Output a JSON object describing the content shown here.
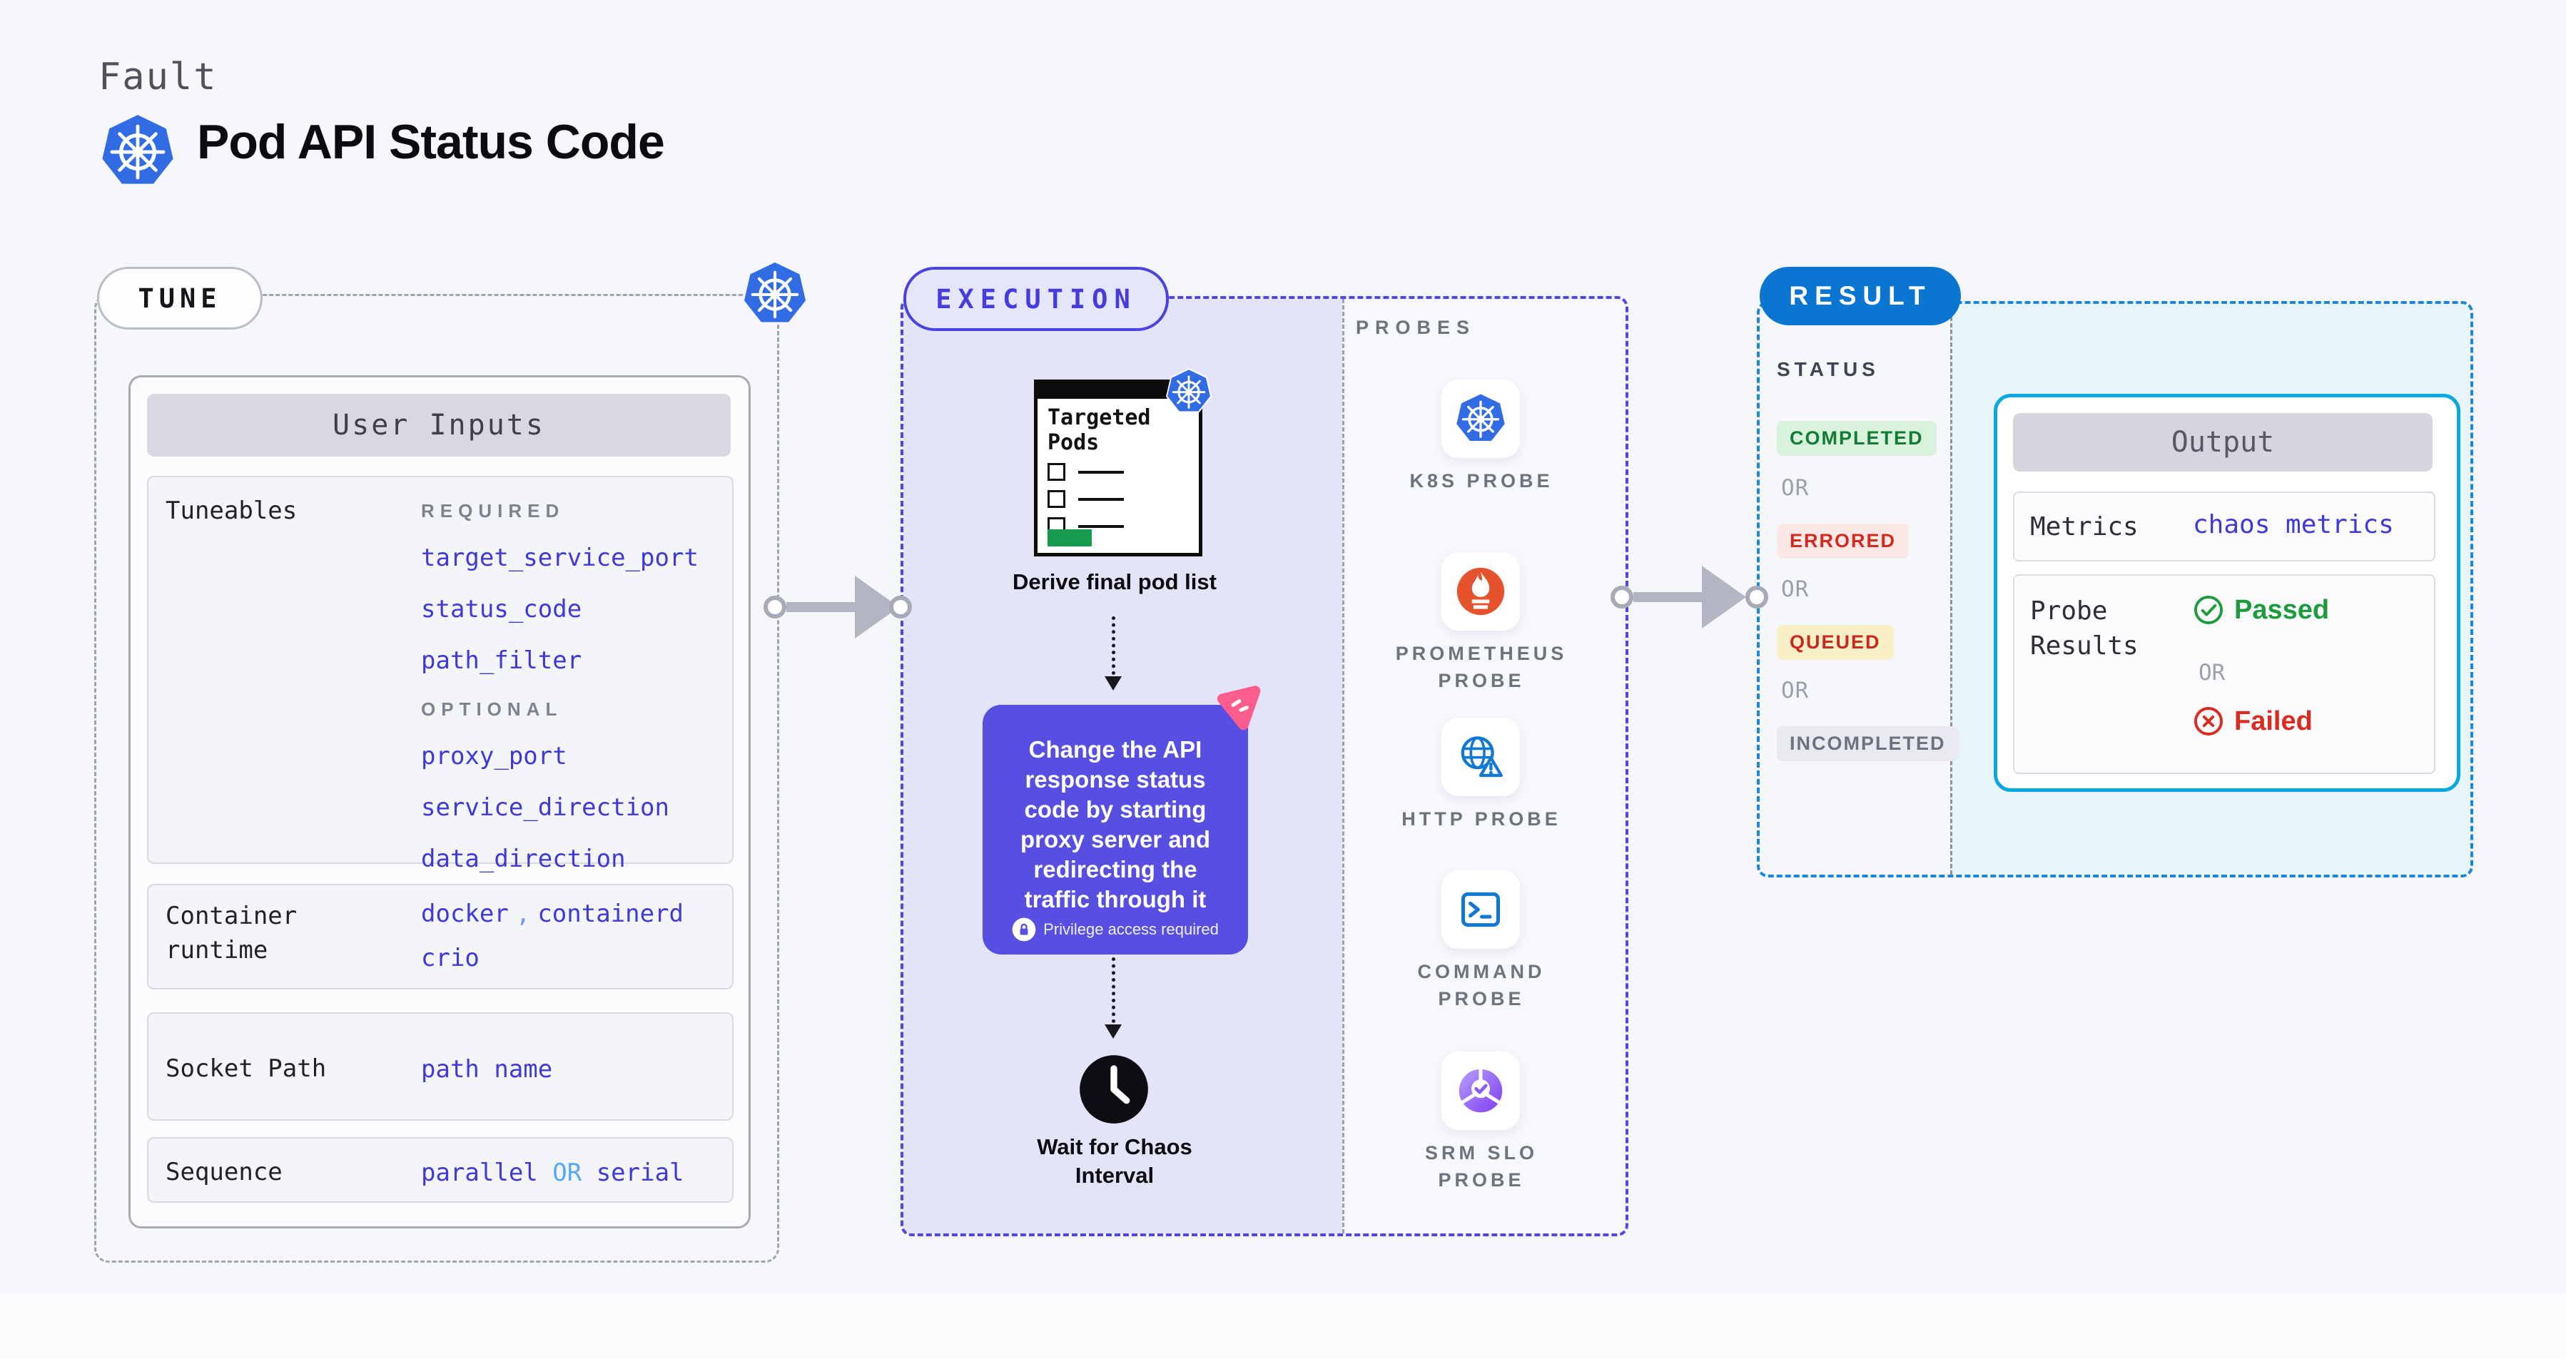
{
  "header": {
    "category": "Fault",
    "title": "Pod API Status Code"
  },
  "tune": {
    "badge": "TUNE",
    "user_inputs_title": "User Inputs",
    "tuneables": {
      "label": "Tuneables",
      "required_label": "REQUIRED",
      "required_items": [
        "target_service_port",
        "status_code",
        "path_filter"
      ],
      "optional_label": "OPTIONAL",
      "optional_items": [
        "proxy_port",
        "service_direction",
        "data_direction"
      ]
    },
    "container_runtime": {
      "label": "Container runtime",
      "values": [
        "docker",
        "containerd",
        "crio"
      ],
      "separator": ","
    },
    "socket_path": {
      "label": "Socket Path",
      "value": "path name"
    },
    "sequence": {
      "label": "Sequence",
      "option1": "parallel",
      "or": "OR",
      "option2": "serial"
    }
  },
  "execution": {
    "badge": "EXECUTION",
    "targeted_pods_label": "Targeted Pods",
    "derive_label": "Derive final pod list",
    "action_description": "Change the API response status code by starting proxy server and redirecting the traffic through it",
    "privilege_note": "Privilege access required",
    "wait_label": "Wait for Chaos Interval"
  },
  "probes": {
    "title": "PROBES",
    "items": [
      {
        "label": "K8S PROBE",
        "icon": "kubernetes-icon"
      },
      {
        "label": "PROMETHEUS PROBE",
        "icon": "prometheus-icon"
      },
      {
        "label": "HTTP PROBE",
        "icon": "globe-alert-icon"
      },
      {
        "label": "COMMAND PROBE",
        "icon": "terminal-icon"
      },
      {
        "label": "SRM SLO PROBE",
        "icon": "slo-chart-icon"
      }
    ]
  },
  "result": {
    "badge": "RESULT",
    "status_label": "STATUS",
    "or_label": "OR",
    "statuses": [
      {
        "label": "COMPLETED",
        "state": "completed",
        "bg": "#d9f2db",
        "color": "#0f7d36"
      },
      {
        "label": "ERRORED",
        "state": "errored",
        "bg": "#fce8e6",
        "color": "#d32a20"
      },
      {
        "label": "QUEUED",
        "state": "queued",
        "bg": "#faf0c8",
        "color": "#c9291e"
      },
      {
        "label": "INCOMPLETED",
        "state": "incompleted",
        "bg": "#e9eaef",
        "color": "#6d7280"
      }
    ],
    "output": {
      "title": "Output",
      "metrics_label": "Metrics",
      "metrics_value": "chaos metrics",
      "probe_results_label": "Probe Results",
      "passed_label": "Passed",
      "or_label": "OR",
      "failed_label": "Failed"
    }
  },
  "colors": {
    "background": "#f6f7fa",
    "indigo": "#4f46e5",
    "purple_box": "#564fe2",
    "lavender": "#e4e4f9",
    "result_blue": "#0b76d1",
    "cyan_border": "#0ba7e1",
    "cyan_bg": "#e7f5fb",
    "code_blue": "#3e39d8",
    "light_blue": "#55a8f2",
    "green": "#1d9b3e",
    "red": "#da2b20",
    "pink": "#fc5d8e",
    "kubernetes_blue": "#326ce5",
    "prometheus_orange": "#e6522c"
  }
}
